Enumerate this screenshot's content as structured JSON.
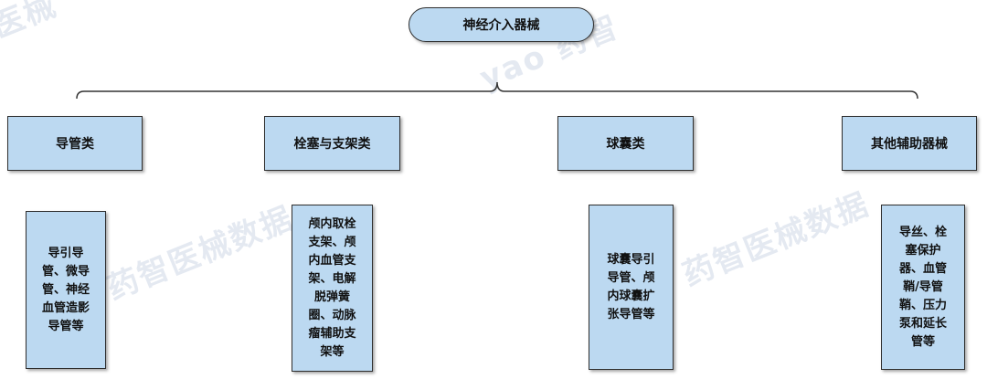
{
  "colors": {
    "node_fill": "#bcd9f1",
    "node_border": "#2e2e2e"
  },
  "root": {
    "label": "神经介入器械"
  },
  "categories": [
    {
      "label": "导管类",
      "detail": [
        "导引导",
        "管、微导",
        "管、神经",
        "血管造影",
        "导管等"
      ]
    },
    {
      "label": "栓塞与支架类",
      "detail": [
        "颅内取栓",
        "支架、颅",
        "内血管支",
        "架、电解",
        "脱弹簧",
        "圈、动脉",
        "瘤辅助支",
        "架等"
      ]
    },
    {
      "label": "球囊类",
      "detail": [
        "球囊导引",
        "导管、颅",
        "内球囊扩",
        "张导管等"
      ]
    },
    {
      "label": "其他辅助器械",
      "detail": [
        "导丝、栓",
        "塞保护",
        "器、血管",
        "鞘/导管",
        "鞘、压力",
        "泵和延长",
        "管等"
      ]
    }
  ]
}
